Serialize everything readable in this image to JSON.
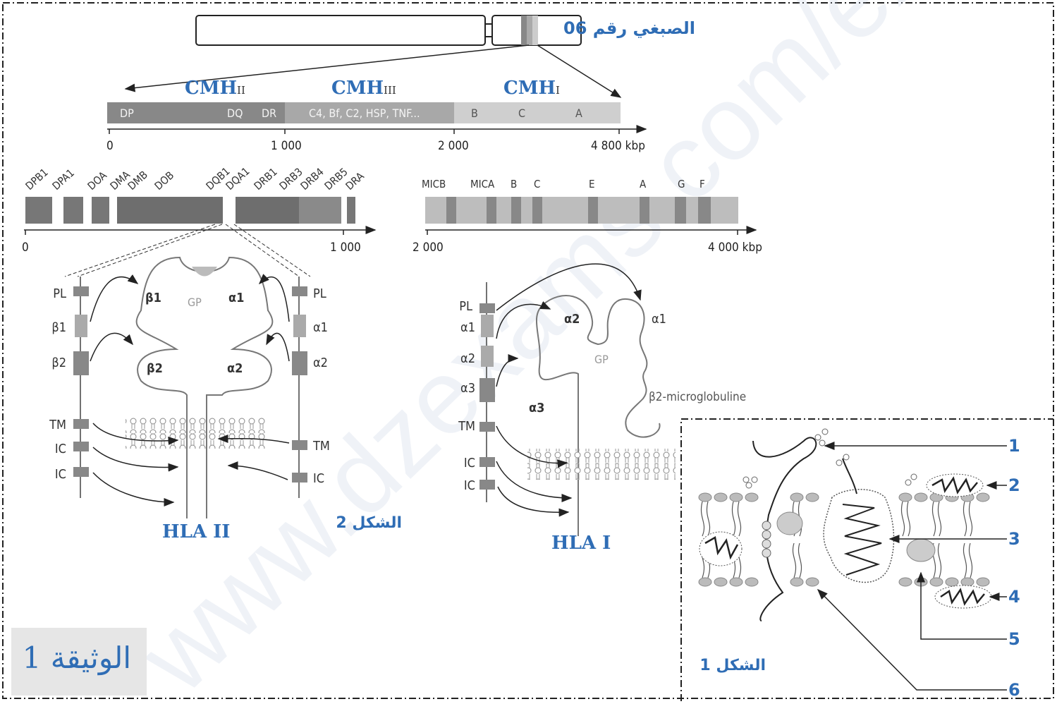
{
  "chromosome": {
    "label": "الصبغي رقم 06"
  },
  "cmh_map": {
    "regions": [
      "CMH",
      "CMH",
      "CMH"
    ],
    "region_classes": [
      "II",
      "III",
      "I"
    ],
    "bar_labels": [
      "DP",
      "DQ",
      "DR",
      "C4, Bf, C2, HSP, TNF...",
      "B",
      "C",
      "A"
    ],
    "ticks": [
      "0",
      "1 000",
      "2 000",
      "4 800 kbp"
    ]
  },
  "class2_map": {
    "genes": [
      "DPB1",
      "DPA1",
      "DOA",
      "DMA",
      "DMB",
      "DOB",
      "DQB1",
      "DQA1",
      "DRB1",
      "DRB3",
      "DRB4",
      "DRB5",
      "DRA"
    ],
    "ticks": [
      "0",
      "1 000"
    ]
  },
  "class1_map": {
    "genes": [
      "MICB",
      "MICA",
      "B",
      "C",
      "E",
      "A",
      "G",
      "F"
    ],
    "ticks": [
      "2 000",
      "4 000 kbp"
    ]
  },
  "hla2": {
    "left_exons": [
      "PL",
      "β1",
      "β2",
      "TM",
      "IC",
      "IC"
    ],
    "right_exons": [
      "PL",
      "α1",
      "α2",
      "TM",
      "IC"
    ],
    "domains": [
      "β1",
      "GP",
      "α1",
      "β2",
      "α2"
    ],
    "title": "HLA II"
  },
  "hla1": {
    "exons": [
      "PL",
      "α1",
      "α2",
      "α3",
      "TM",
      "IC",
      "IC"
    ],
    "domains": [
      "α2",
      "α1",
      "GP",
      "α3",
      "β2-microglobuline"
    ],
    "title": "HLA I"
  },
  "figure2_label": "الشكل 2",
  "figure1": {
    "label": "الشكل 1",
    "numbers": [
      "1",
      "2",
      "3",
      "4",
      "5",
      "6"
    ]
  },
  "document_label": "الوثيقة 1",
  "watermark": "www.dzexams.com/ex-education.com/ex"
}
